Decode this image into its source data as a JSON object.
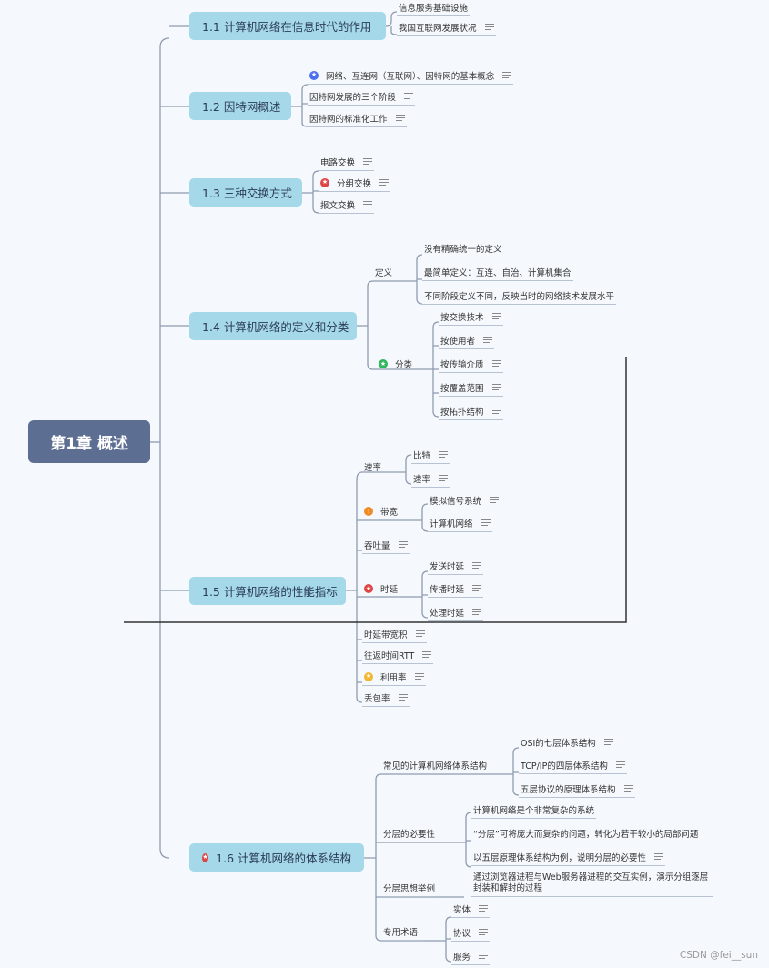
{
  "root": "第1章 概述",
  "sections": {
    "s1": "1.1 计算机网络在信息时代的作用",
    "s2": "1.2 因特网概述",
    "s3": "1.3 三种交换方式",
    "s4": "1.4 计算机网络的定义和分类",
    "s5": "1.5 计算机网络的性能指标",
    "s6": "1.6 计算机网络的体系结构"
  },
  "s1": {
    "a": "信息服务基础设施",
    "b": "我国互联网发展状况"
  },
  "s2": {
    "a": "网络、互连网（互联网）、因特网的基本概念",
    "b": "因特网发展的三个阶段",
    "c": "因特网的标准化工作"
  },
  "s3": {
    "a": "电路交换",
    "b": "分组交换",
    "c": "报文交换"
  },
  "s4": {
    "def": "定义",
    "def_items": [
      "没有精确统一的定义",
      "最简单定义：互连、自治、计算机集合",
      "不同阶段定义不同，反映当时的网络技术发展水平"
    ],
    "cls": "分类",
    "cls_items": [
      "按交换技术",
      "按使用者",
      "按传输介质",
      "按覆盖范围",
      "按拓扑结构"
    ]
  },
  "s5": {
    "rate": "速率",
    "rate_items": [
      "比特",
      "速率"
    ],
    "bw": "带宽",
    "bw_items": [
      "模拟信号系统",
      "计算机网络"
    ],
    "thr": "吞吐量",
    "delay": "时延",
    "delay_items": [
      "发送时延",
      "传播时延",
      "处理时延"
    ],
    "dbp": "时延带宽积",
    "rtt": "往返时间RTT",
    "util": "利用率",
    "loss": "丢包率"
  },
  "s6": {
    "common": "常见的计算机网络体系结构",
    "common_items": [
      "OSI的七层体系结构",
      "TCP/IP的四层体系结构",
      "五层协议的原理体系结构"
    ],
    "need": "分层的必要性",
    "need_items": [
      "计算机网络是个非常复杂的系统",
      "“分层”可将庞大而复杂的问题，转化为若干较小的局部问题",
      "以五层原理体系结构为例，说明分层的必要性"
    ],
    "example": "分层思想举例",
    "example_text": "通过浏览器进程与Web服务器进程的交互实例，演示分组逐层封装和解封的过程",
    "terms": "专用术语",
    "terms_items": [
      "实体",
      "协议",
      "服务"
    ]
  },
  "watermark": "CSDN @fei__sun",
  "colors": {
    "root": "#5c6e92",
    "section": "#a5d8e8",
    "line": "#8f9bb0",
    "background": "#f5f9fd"
  },
  "icons": {
    "blue_star": "star-badge-blue",
    "red_star": "star-badge-red",
    "green_star": "star-badge-green",
    "orange_alert": "exclamation-badge-orange",
    "yellow_star": "star-badge-yellow"
  }
}
